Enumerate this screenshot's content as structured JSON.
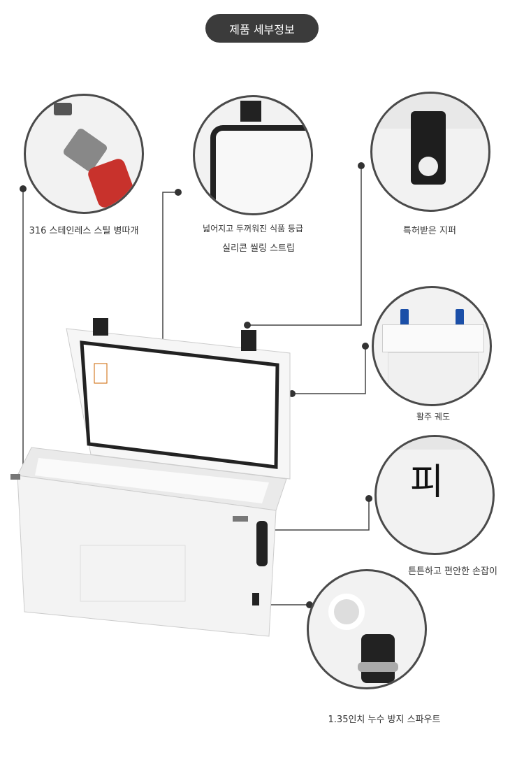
{
  "title": "제품 세부정보",
  "features": [
    {
      "id": "bottle-opener",
      "label": "316 스테인레스 스틸 병따개"
    },
    {
      "id": "seal",
      "label_line1": "넓어지고 두꺼워진 식품 등급",
      "label_line2": "실리콘 씰링 스트립"
    },
    {
      "id": "latch",
      "label": "특허받은 지퍼"
    },
    {
      "id": "slide",
      "label": "활주 궤도"
    },
    {
      "id": "handle",
      "label": "튼튼하고 편안한 손잡이",
      "inset_glyph": "피"
    },
    {
      "id": "spout",
      "label": "1.35인치 누수 방지 스파우트"
    }
  ],
  "colors": {
    "pill": "#3b3b3b",
    "line": "#444444",
    "cooler": "#f4f4f4"
  }
}
